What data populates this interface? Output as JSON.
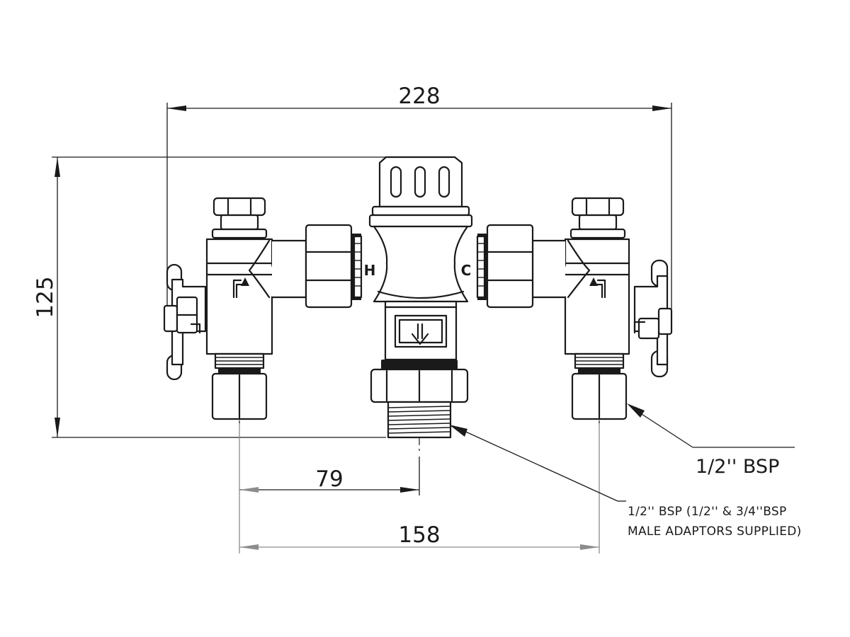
{
  "dimensions": {
    "overall_width": "228",
    "overall_height": "125",
    "center_offset": "79",
    "inlet_spacing": "158"
  },
  "valve_marks": {
    "hot": "H",
    "cold": "C"
  },
  "callouts": {
    "inlet_thread": "1/2'' BSP",
    "outlet_thread_line1": "1/2'' BSP (1/2'' & 3/4''BSP",
    "outlet_thread_line2": "MALE ADAPTORS SUPPLIED)"
  },
  "icons": [
    "hot-inlet-arrow-icon",
    "cold-inlet-arrow-icon",
    "flow-down-arrow-icon"
  ]
}
